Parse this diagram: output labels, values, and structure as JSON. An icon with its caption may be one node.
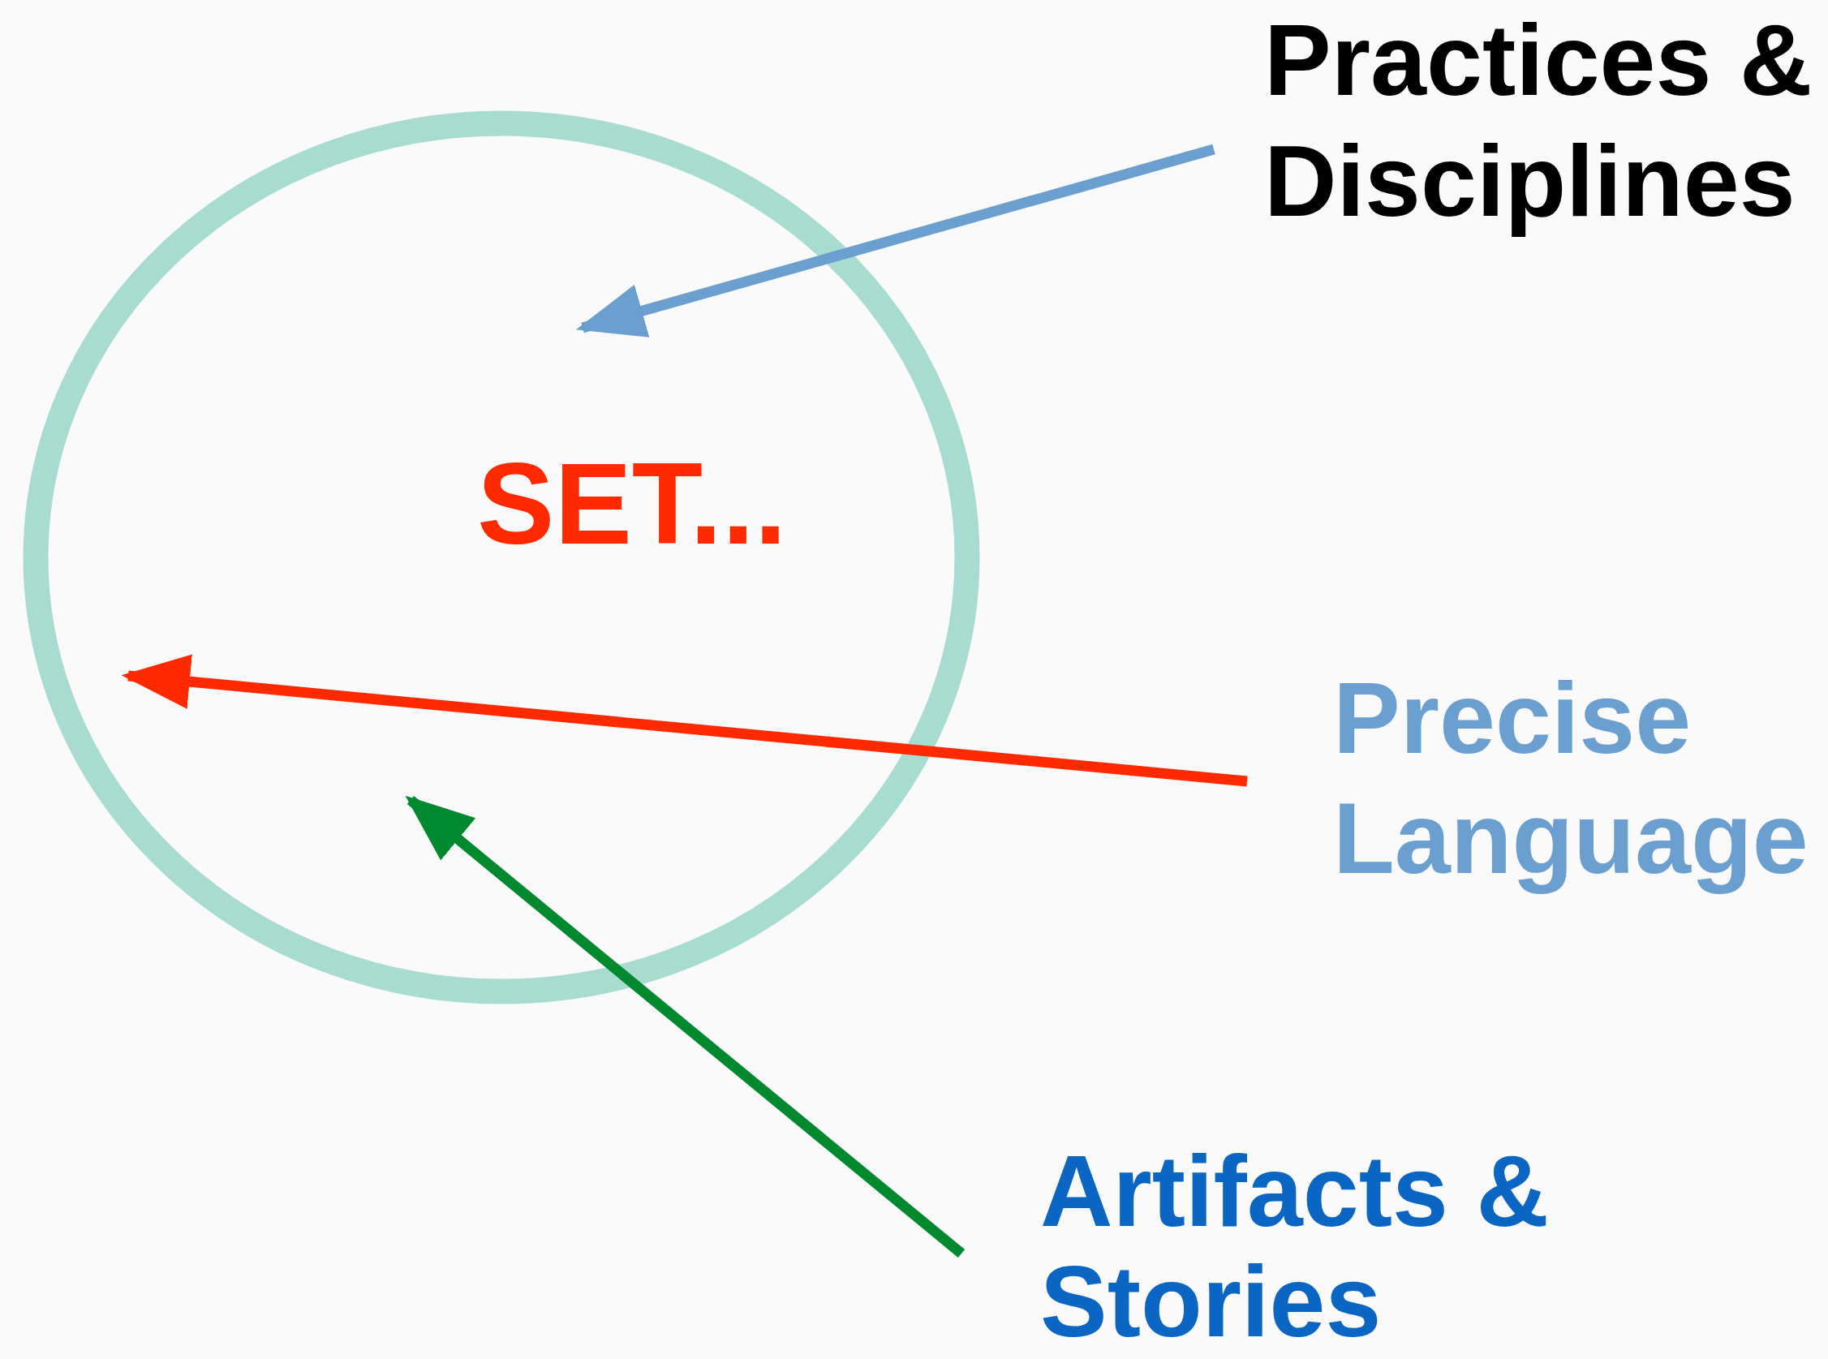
{
  "diagram": {
    "nodes": [
      {
        "text": [
          "SET..."
        ]
      },
      {
        "text": [
          "Practices & Disciplines"
        ]
      },
      {
        "text": [
          "Precise Language"
        ]
      },
      {
        "text": [
          "Artifacts & Stories"
        ]
      }
    ],
    "edges": [
      {
        "from": 1,
        "to": 0,
        "arrow": "to",
        "color": "#6a9fd0"
      },
      {
        "from": 2,
        "to": 0,
        "arrow": "to",
        "color": "#ff2a00"
      },
      {
        "from": 3,
        "to": 0,
        "arrow": "to",
        "color": "#00892f"
      }
    ]
  }
}
